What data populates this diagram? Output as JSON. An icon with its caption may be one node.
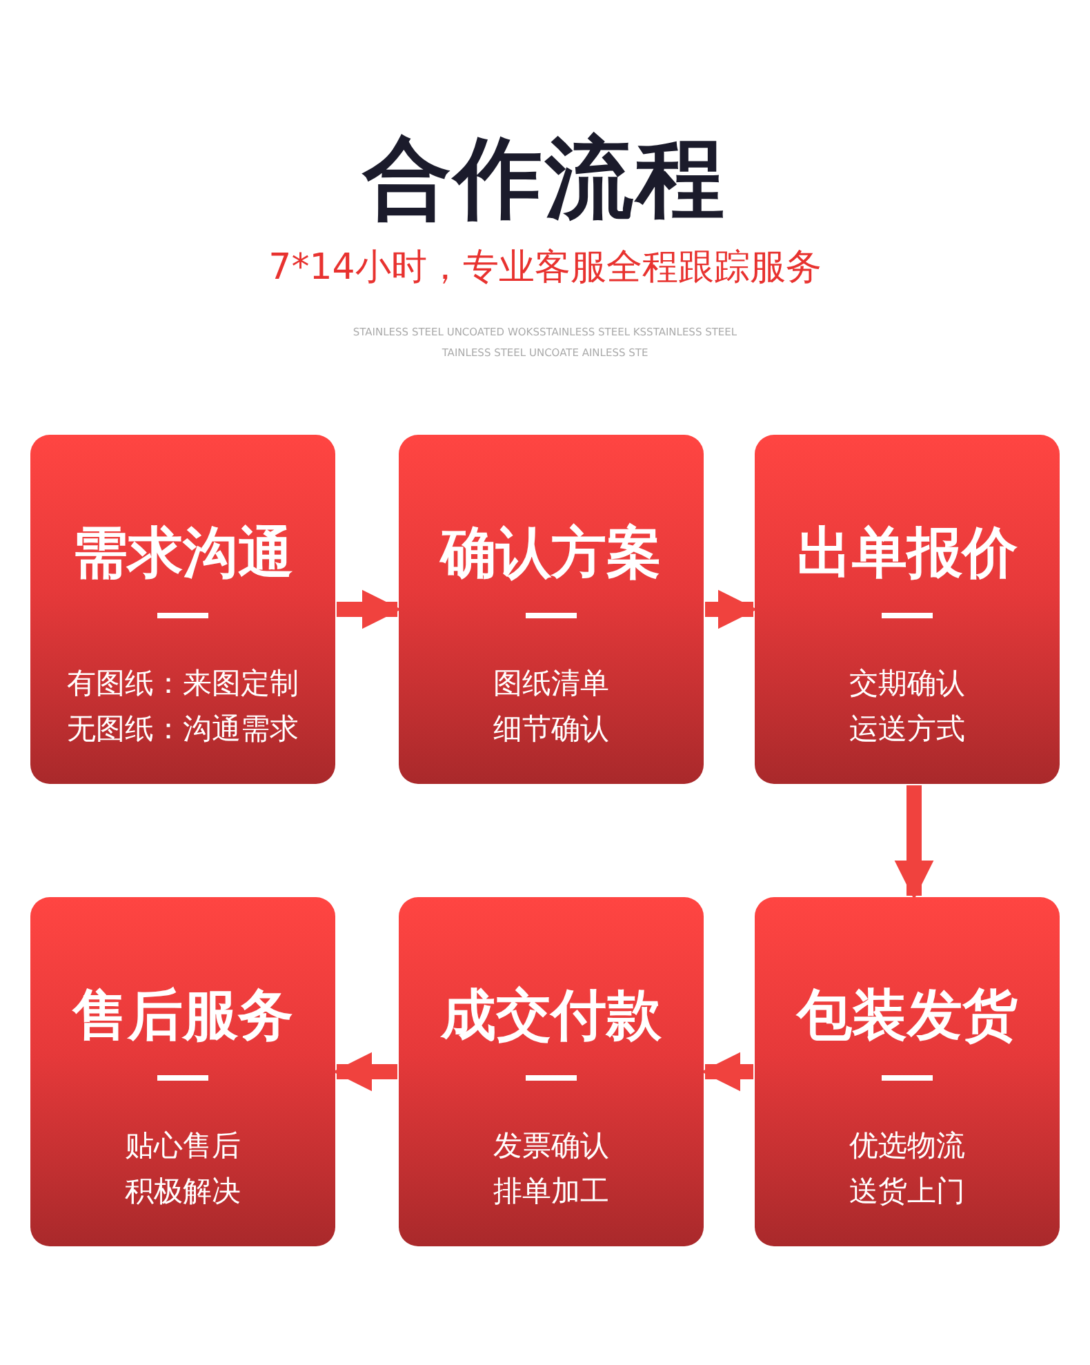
{
  "diagram": {
    "title": "合作流程",
    "nodes": [
      {
        "text": [
          "需求沟通",
          "有图纸：来图定制无图纸：沟通需求"
        ]
      },
      {
        "text": [
          "确认方案",
          "图纸清单细节确认"
        ]
      },
      {
        "text": [
          "出单报价",
          "交期确认运送方式"
        ]
      },
      {
        "text": [
          "包装发货",
          "优选物流送货上门"
        ]
      },
      {
        "text": [
          "成交付款",
          "发票确认排单加工"
        ]
      },
      {
        "text": [
          "售后服务",
          "贴心售后积极解决"
        ]
      }
    ],
    "edges": [
      {
        "from": 0,
        "to": 1,
        "arrow": "to"
      },
      {
        "from": 1,
        "to": 2,
        "arrow": "to"
      },
      {
        "from": 2,
        "to": 3,
        "arrow": "to"
      },
      {
        "from": 3,
        "to": 4,
        "arrow": "to"
      },
      {
        "from": 4,
        "to": 5,
        "arrow": "to"
      }
    ],
    "labels": [
      "7*14小时，专业客服全程跟踪服务",
      "STAINLESS STEEL UNCOATED WOKSSTAINLESS STEEL KSSTAINLESS STEEL",
      "TAINLESS STEEL UNCOATE AINLESS STE"
    ]
  }
}
